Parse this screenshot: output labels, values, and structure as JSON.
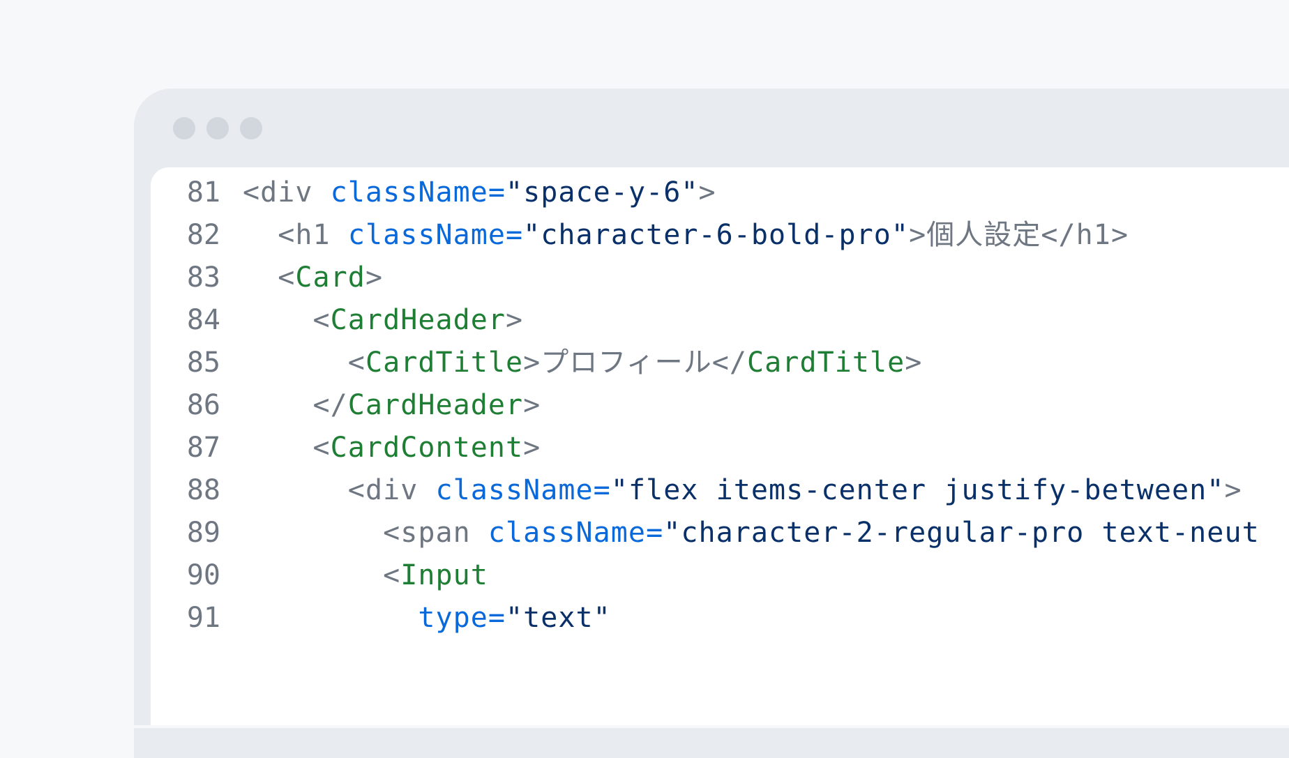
{
  "window": {
    "controls": [
      "close-dot",
      "minimize-dot",
      "maximize-dot"
    ]
  },
  "colors": {
    "page_background": "#f7f8fa",
    "window_chrome": "#e8ebf0",
    "editor_background": "#ffffff",
    "line_number": "#6e7681",
    "punctuation": "#6e7681",
    "tag": "#1e7e34",
    "attribute": "#0969da",
    "string": "#0a3069",
    "text": "#6e7681"
  },
  "code": {
    "lines": [
      {
        "number": "81",
        "indent": "",
        "tokens": [
          {
            "t": "punct",
            "v": "<"
          },
          {
            "t": "plain",
            "v": "div "
          },
          {
            "t": "attr",
            "v": "className"
          },
          {
            "t": "attr",
            "v": "="
          },
          {
            "t": "string",
            "v": "\"space-y-6\""
          },
          {
            "t": "punct",
            "v": ">"
          }
        ]
      },
      {
        "number": "82",
        "indent": "  ",
        "tokens": [
          {
            "t": "punct",
            "v": "<"
          },
          {
            "t": "plain",
            "v": "h1 "
          },
          {
            "t": "attr",
            "v": "className"
          },
          {
            "t": "attr",
            "v": "="
          },
          {
            "t": "string",
            "v": "\"character-6-bold-pro\""
          },
          {
            "t": "punct",
            "v": ">"
          },
          {
            "t": "text",
            "v": "個人設定"
          },
          {
            "t": "punct",
            "v": "</"
          },
          {
            "t": "plain",
            "v": "h1"
          },
          {
            "t": "punct",
            "v": ">"
          }
        ]
      },
      {
        "number": "83",
        "indent": "  ",
        "tokens": [
          {
            "t": "punct",
            "v": "<"
          },
          {
            "t": "tag",
            "v": "Card"
          },
          {
            "t": "punct",
            "v": ">"
          }
        ]
      },
      {
        "number": "84",
        "indent": "    ",
        "tokens": [
          {
            "t": "punct",
            "v": "<"
          },
          {
            "t": "tag",
            "v": "CardHeader"
          },
          {
            "t": "punct",
            "v": ">"
          }
        ]
      },
      {
        "number": "85",
        "indent": "      ",
        "tokens": [
          {
            "t": "punct",
            "v": "<"
          },
          {
            "t": "tag",
            "v": "CardTitle"
          },
          {
            "t": "punct",
            "v": ">"
          },
          {
            "t": "text",
            "v": "プロフィール"
          },
          {
            "t": "punct",
            "v": "</"
          },
          {
            "t": "tag",
            "v": "CardTitle"
          },
          {
            "t": "punct",
            "v": ">"
          }
        ]
      },
      {
        "number": "86",
        "indent": "    ",
        "tokens": [
          {
            "t": "punct",
            "v": "</"
          },
          {
            "t": "tag",
            "v": "CardHeader"
          },
          {
            "t": "punct",
            "v": ">"
          }
        ]
      },
      {
        "number": "87",
        "indent": "    ",
        "tokens": [
          {
            "t": "punct",
            "v": "<"
          },
          {
            "t": "tag",
            "v": "CardContent"
          },
          {
            "t": "punct",
            "v": ">"
          }
        ]
      },
      {
        "number": "88",
        "indent": "      ",
        "tokens": [
          {
            "t": "punct",
            "v": "<"
          },
          {
            "t": "plain",
            "v": "div "
          },
          {
            "t": "attr",
            "v": "className"
          },
          {
            "t": "attr",
            "v": "="
          },
          {
            "t": "string",
            "v": "\"flex items-center justify-between\""
          },
          {
            "t": "punct",
            "v": ">"
          }
        ]
      },
      {
        "number": "89",
        "indent": "        ",
        "tokens": [
          {
            "t": "punct",
            "v": "<"
          },
          {
            "t": "plain",
            "v": "span "
          },
          {
            "t": "attr",
            "v": "className"
          },
          {
            "t": "attr",
            "v": "="
          },
          {
            "t": "string",
            "v": "\"character-2-regular-pro text-neut"
          }
        ]
      },
      {
        "number": "90",
        "indent": "        ",
        "tokens": [
          {
            "t": "punct",
            "v": "<"
          },
          {
            "t": "tag",
            "v": "Input"
          }
        ]
      },
      {
        "number": "91",
        "indent": "          ",
        "tokens": [
          {
            "t": "attr",
            "v": "type"
          },
          {
            "t": "attr",
            "v": "="
          },
          {
            "t": "string",
            "v": "\"text\""
          }
        ]
      }
    ]
  }
}
